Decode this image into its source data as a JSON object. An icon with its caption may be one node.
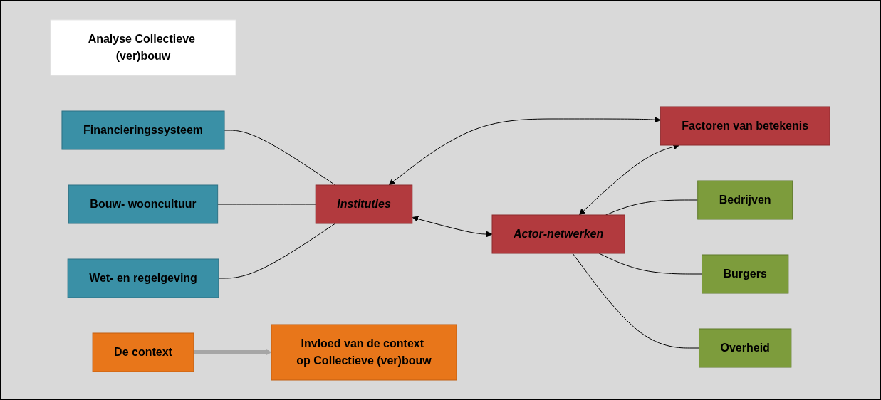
{
  "diagram": {
    "nodes": [
      {
        "text": [
          "Analyse Collectieve (ver)bouw"
        ]
      },
      {
        "text": [
          "Factoren van betekenis"
        ]
      },
      {
        "text": [
          "Financieringssysteem"
        ]
      },
      {
        "text": [
          "De context"
        ]
      },
      {
        "text": [
          "Bedrijven"
        ]
      },
      {
        "text": [
          "Bouw- wooncultuur"
        ]
      },
      {
        "text": [
          "Instituties"
        ]
      },
      {
        "text": [
          "Actor-netwerken"
        ]
      },
      {
        "text": [
          "Burgers"
        ]
      },
      {
        "text": [
          "Wet- en regelgeving"
        ]
      },
      {
        "text": [
          "Overheid"
        ]
      },
      {
        "text": [
          "Invloed van de context op Collectieve (ver)bouw"
        ]
      }
    ],
    "edges": [
      {
        "from": 6,
        "to": 1,
        "arrow": "both"
      },
      {
        "from": 7,
        "to": 1,
        "arrow": "both"
      },
      {
        "from": 6,
        "to": 7,
        "arrow": "both"
      },
      {
        "from": 2,
        "to": 6,
        "arrow": "none"
      },
      {
        "from": 5,
        "to": 6,
        "arrow": "none"
      },
      {
        "from": 9,
        "to": 6,
        "arrow": "none"
      },
      {
        "from": 7,
        "to": 4,
        "arrow": "none"
      },
      {
        "from": 7,
        "to": 8,
        "arrow": "none"
      },
      {
        "from": 7,
        "to": 10,
        "arrow": "none"
      },
      {
        "from": 3,
        "to": 11,
        "arrow": "to",
        "style": "thick",
        "color": "#a6a6a6"
      }
    ]
  }
}
